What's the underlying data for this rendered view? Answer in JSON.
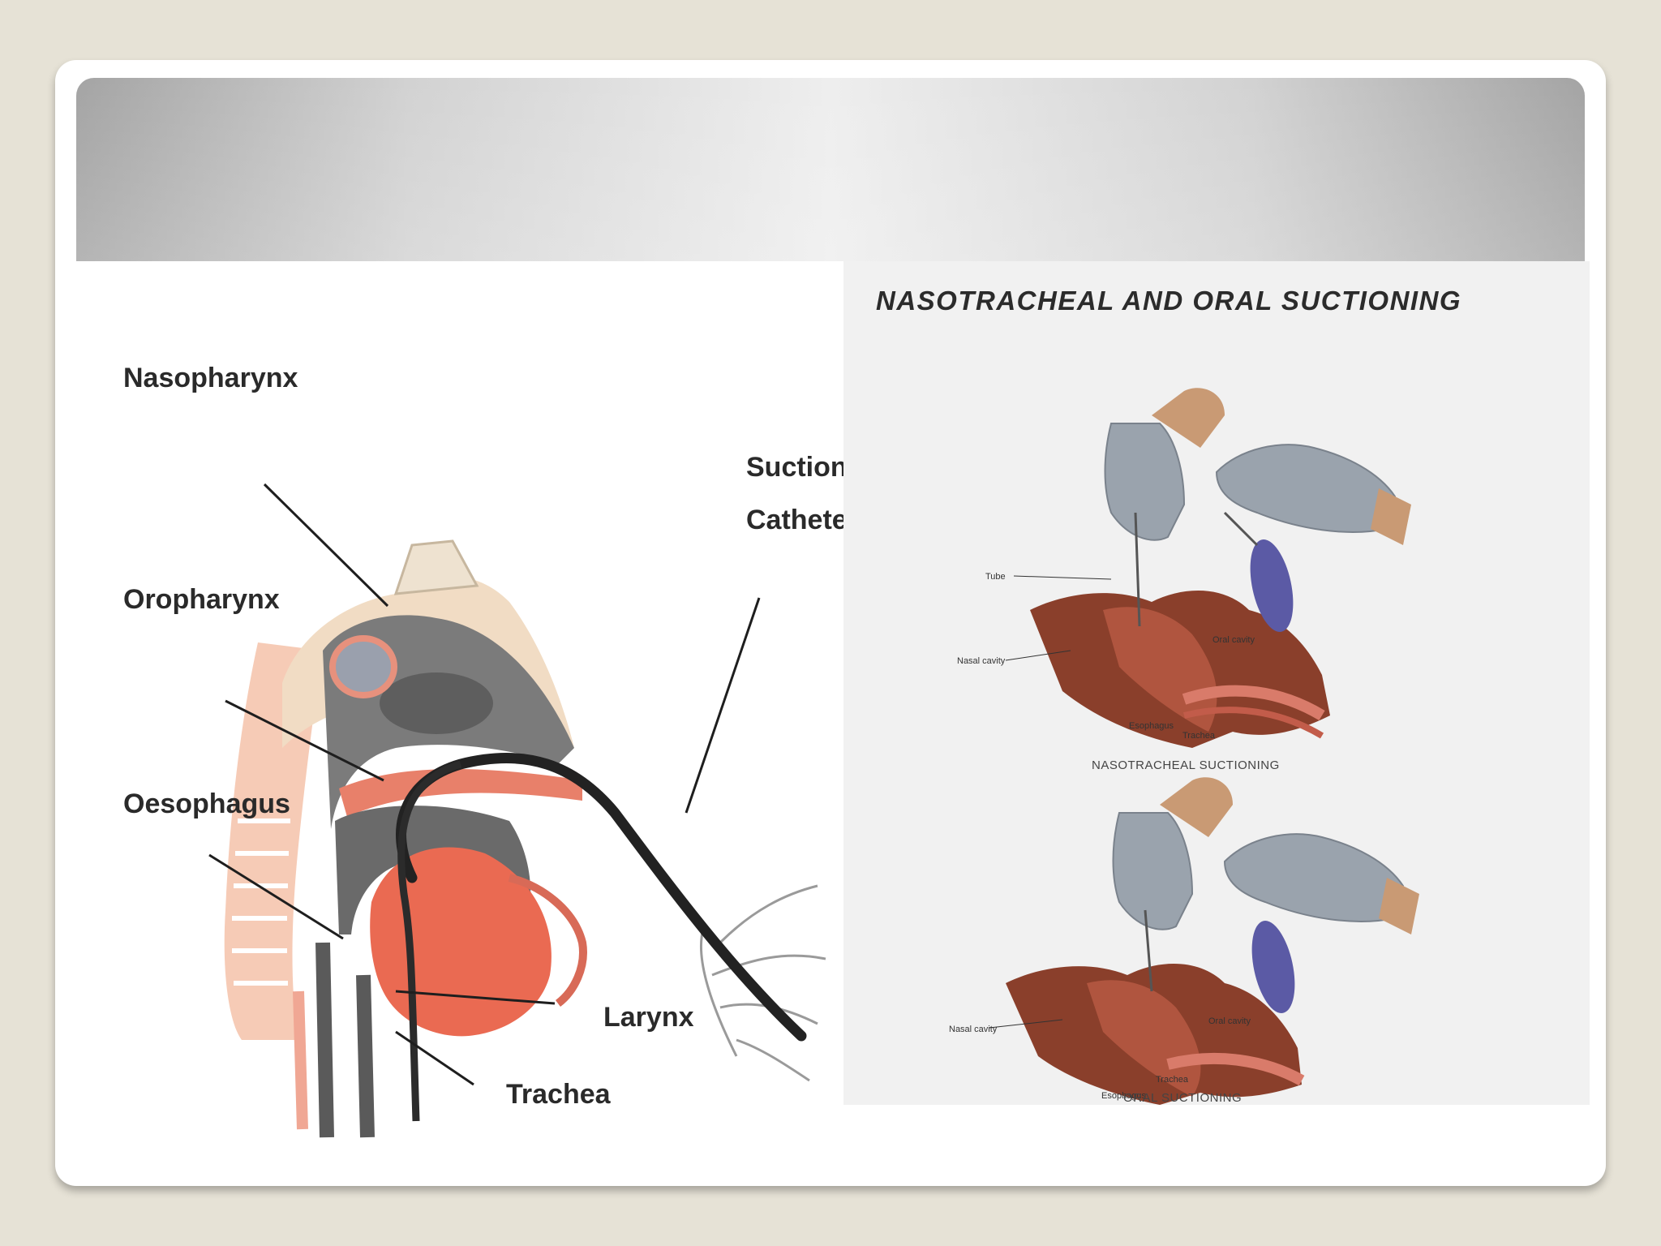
{
  "left_diagram": {
    "labels": {
      "nasopharynx": "Nasopharynx",
      "oropharynx": "Oropharynx",
      "oesophagus": "Oesophagus",
      "suction": "Suction",
      "catheter": "Catheter",
      "larynx": "Larynx",
      "trachea": "Trachea"
    }
  },
  "right_diagram": {
    "title": "NASOTRACHEAL AND ORAL SUCTIONING",
    "top": {
      "caption": "NASOTRACHEAL SUCTIONING",
      "tube": "Tube",
      "nasal_cavity": "Nasal cavity",
      "oral_cavity": "Oral cavity",
      "esophagus": "Esophagus",
      "trachea": "Trachea"
    },
    "bottom": {
      "caption": "ORAL SUCTIONING",
      "nasal_cavity": "Nasal cavity",
      "oral_cavity": "Oral cavity",
      "esophagus": "Esophagus",
      "trachea": "Trachea"
    }
  }
}
